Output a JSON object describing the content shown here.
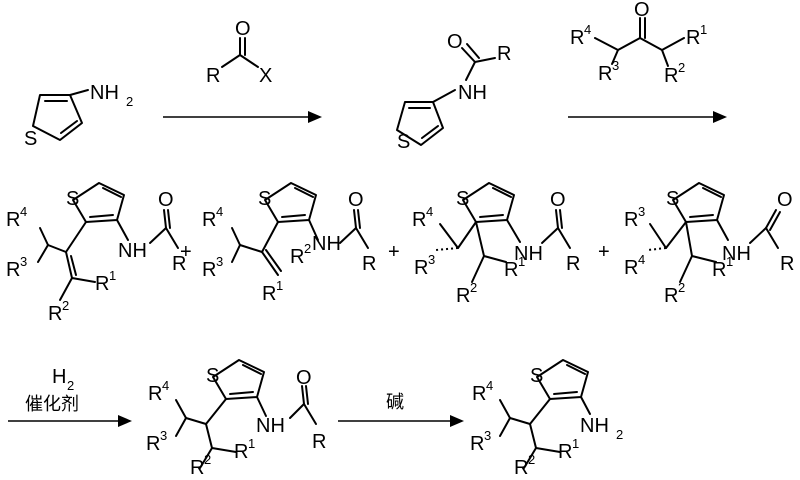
{
  "atoms": {
    "S": "S",
    "NH2": "NH",
    "NH2_sub": "2",
    "NH": "NH",
    "O": "O",
    "R": "R",
    "X": "X",
    "R1": "1",
    "R2": "2",
    "R3": "3",
    "R4": "4"
  },
  "conditions": {
    "h2": "H",
    "h2_sub": "2",
    "catalyst": "催化剂",
    "base": "碱"
  },
  "plus": "+"
}
